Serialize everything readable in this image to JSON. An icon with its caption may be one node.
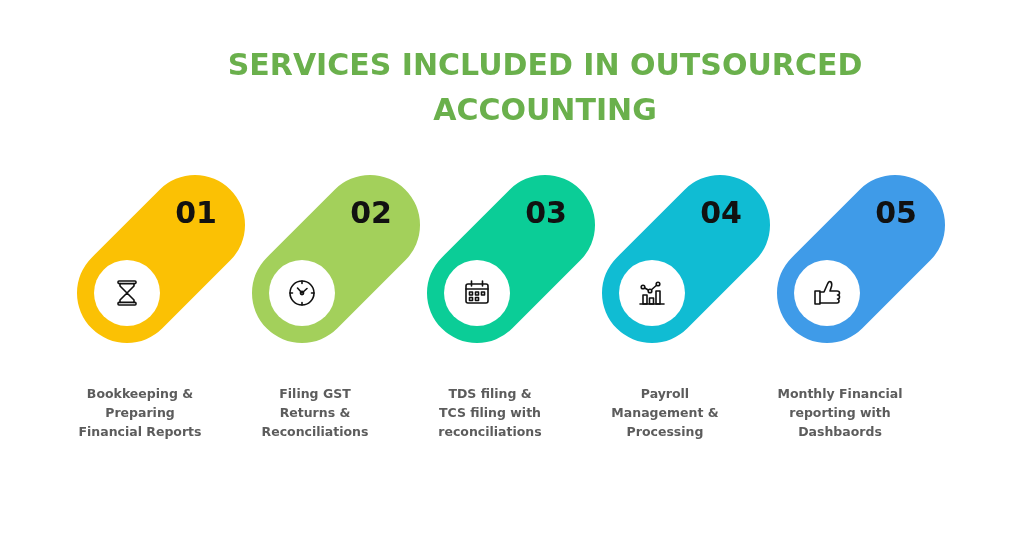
{
  "diagram": {
    "title": "SERVICES INCLUDED IN OUTSOURCED ACCOUNTING",
    "nodes": [
      {
        "text": [
          "01"
        ],
        "beside": [
          "Bookkeeping & Preparing Financial Reports"
        ]
      },
      {
        "text": [
          "02"
        ],
        "beside": [
          "Filing GST Returns & Reconciliations"
        ]
      },
      {
        "text": [
          "03"
        ],
        "beside": [
          "TDS filing & TCS filing with reconciliations"
        ]
      },
      {
        "text": [
          "04"
        ],
        "beside": [
          "Payroll Management & Processing"
        ]
      },
      {
        "text": [
          "05"
        ],
        "beside": [
          "Monthly Financial reporting with Dashbaords"
        ]
      }
    ]
  }
}
